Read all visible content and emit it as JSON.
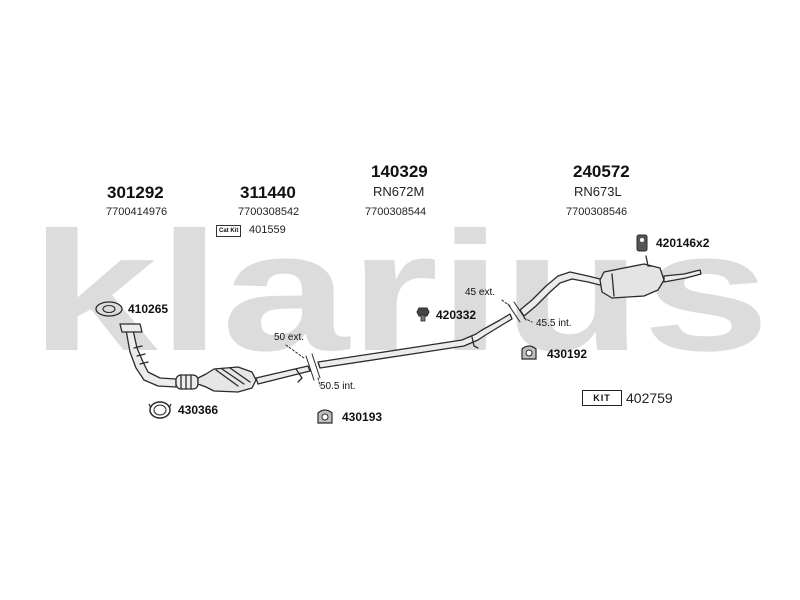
{
  "watermark": {
    "text": "klarius",
    "color": "#d9d9d9"
  },
  "parts": [
    {
      "part_number": "301292",
      "oem": "7700414976"
    },
    {
      "part_number": "311440",
      "oem": "7700308542"
    },
    {
      "part_number": "140329",
      "oem": "7700308544",
      "ref": "RN672M"
    },
    {
      "part_number": "240572",
      "oem": "7700308546",
      "ref": "RN673L"
    }
  ],
  "cat_kit": {
    "badge": "Cat Kit",
    "number": "401559"
  },
  "kit": {
    "badge": "KIT",
    "number": "402759"
  },
  "fittings": [
    {
      "number": "410265",
      "icon": "gasket-icon"
    },
    {
      "number": "430366",
      "icon": "clamp-ring-icon"
    },
    {
      "number": "430193",
      "icon": "rubber-mount-icon"
    },
    {
      "number": "420332",
      "icon": "bolt-icon"
    },
    {
      "number": "430192",
      "icon": "rubber-mount-icon"
    },
    {
      "number": "420146x2",
      "icon": "hanger-icon"
    }
  ],
  "dimensions": [
    {
      "label": "50 ext."
    },
    {
      "label": "50.5 int."
    },
    {
      "label": "45 ext."
    },
    {
      "label": "45.5 int."
    }
  ],
  "colors": {
    "line": "#2b2b2b",
    "part_fill": "#ececec",
    "text": "#111111"
  }
}
